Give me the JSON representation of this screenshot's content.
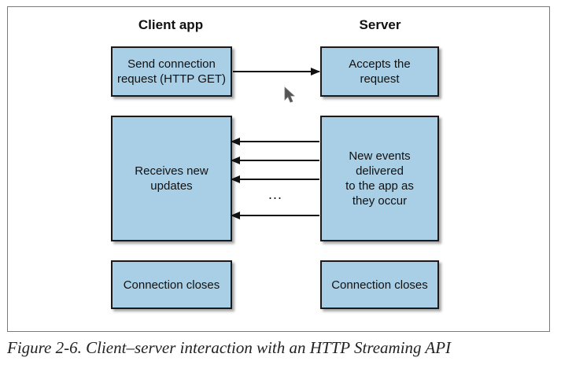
{
  "headers": {
    "client": "Client app",
    "server": "Server"
  },
  "boxes": {
    "send_request": "Send connection\nrequest (HTTP GET)",
    "accepts_request": "Accepts the\nrequest",
    "receives_updates": "Receives new\nupdates",
    "events_delivered": "New events delivered\nto the app as\nthey occur",
    "client_closes": "Connection closes",
    "server_closes": "Connection closes"
  },
  "ellipsis": "...",
  "caption": "Figure 2-6. Client–server interaction with an HTTP Streaming API",
  "colors": {
    "box_fill": "#a9cfe6",
    "box_border": "#1a1a1a",
    "arrow": "#111111"
  },
  "icons": {
    "cursor": "mouse-pointer-icon"
  }
}
